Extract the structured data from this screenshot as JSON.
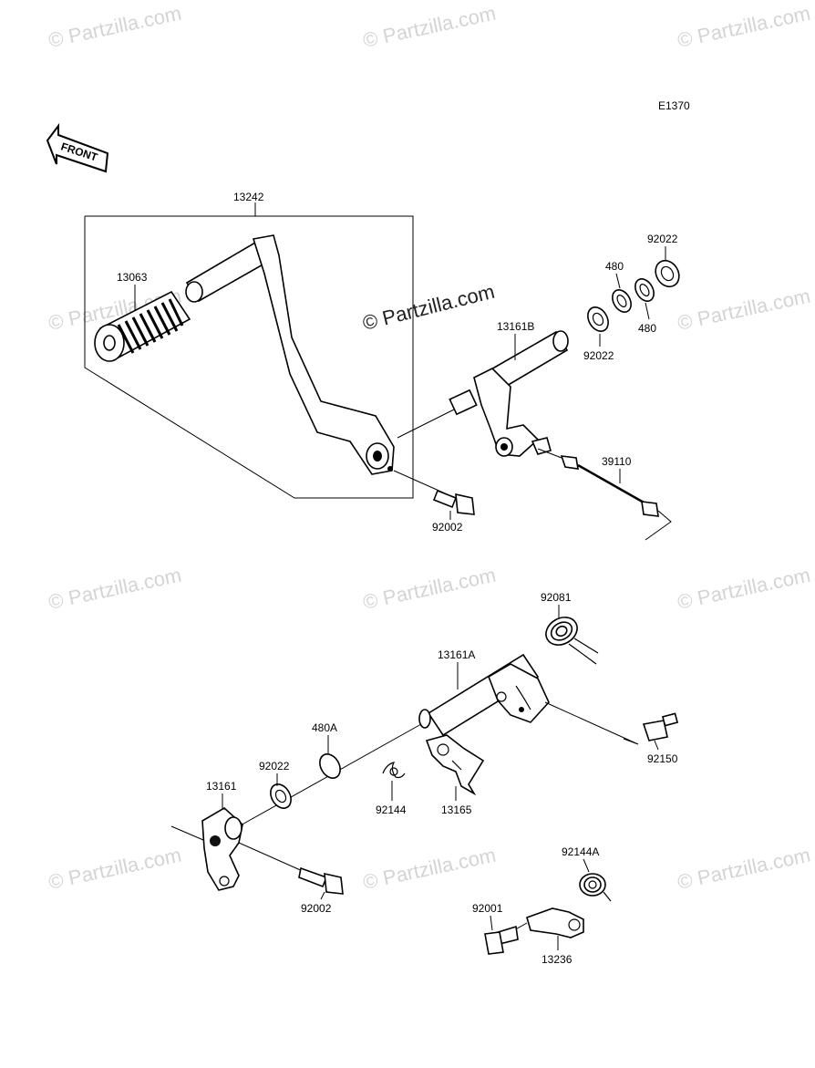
{
  "diagram_code": "E1370",
  "front_arrow_text": "FRONT",
  "watermark_text": "© Partzilla.com",
  "callouts": {
    "p13242": "13242",
    "p13063": "13063",
    "p13161B": "13161B",
    "p92022_top": "92022",
    "p480_a": "480",
    "p480_b": "480",
    "p92022_b": "92022",
    "p39110": "39110",
    "p92002_top": "92002",
    "p92081": "92081",
    "p13161A": "13161A",
    "p480A": "480A",
    "p92022_c": "92022",
    "p13161": "13161",
    "p92144": "92144",
    "p13165": "13165",
    "p92150": "92150",
    "p92002_bottom": "92002",
    "p92144A": "92144A",
    "p92001": "92001",
    "p13236": "13236"
  }
}
